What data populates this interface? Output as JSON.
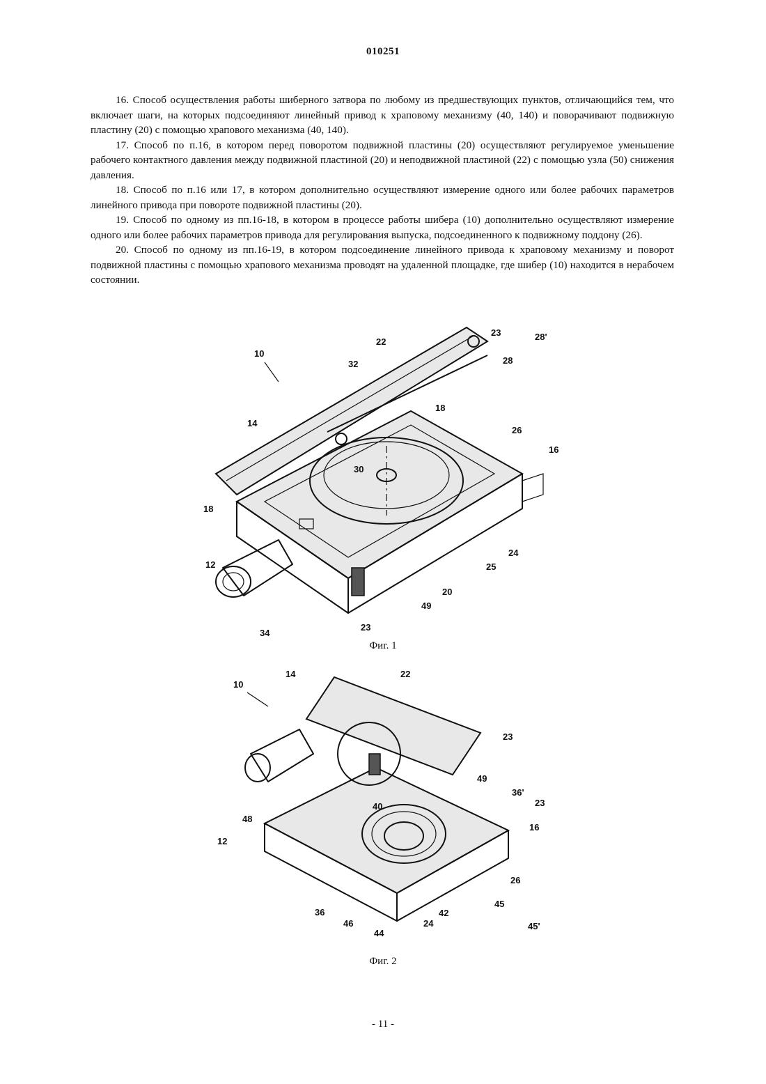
{
  "header": {
    "doc_number": "010251"
  },
  "claims": [
    "16. Способ осуществления работы шиберного затвора по любому из предшествующих пунктов, отличающийся тем, что включает шаги, на которых подсоединяют линейный привод к храповому механизму (40, 140) и поворачивают подвижную пластину (20) с помощью храпового механизма (40, 140).",
    "17. Способ по п.16, в котором перед поворотом подвижной пластины (20) осуществляют регулируемое уменьшение рабочего контактного давления между подвижной пластиной (20) и неподвижной пластиной (22) с помощью узла (50) снижения давления.",
    "18. Способ по п.16 или 17, в котором дополнительно осуществляют измерение одного или более рабочих параметров линейного привода при повороте подвижной пластины (20).",
    "19. Способ по одному из пп.16-18, в котором в процессе работы шибера (10) дополнительно осуществляют измерение одного или более рабочих параметров привода для регулирования выпуска, подсоединенного к подвижному поддону (26).",
    "20. Способ по одному из пп.16-19, в котором подсоединение линейного привода к храповому механизму и поворот подвижной пластины с помощью храпового механизма проводят на удаленной площадке, где шибер (10) находится в нерабочем состоянии."
  ],
  "figure1": {
    "caption": "Фиг. 1",
    "labels": [
      "10",
      "22",
      "23",
      "28'",
      "32",
      "28",
      "18",
      "14",
      "26",
      "16",
      "30",
      "18",
      "12",
      "24",
      "25",
      "20",
      "49",
      "23",
      "34"
    ]
  },
  "figure2": {
    "caption": "Фиг. 2",
    "labels": [
      "10",
      "14",
      "22",
      "23",
      "49",
      "36'",
      "23",
      "40",
      "16",
      "48",
      "12",
      "26",
      "36",
      "46",
      "44",
      "24",
      "42",
      "45",
      "45'"
    ]
  },
  "footer": {
    "page_number": "- 11 -"
  }
}
